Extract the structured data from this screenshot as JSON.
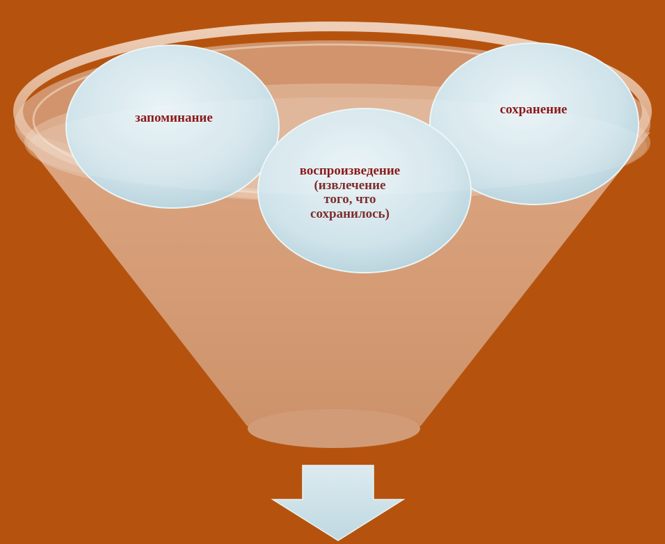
{
  "colors": {
    "background": "#b5530e",
    "funnel_fill": "#d7a27d",
    "circle_fill": "#cfe3ea",
    "label_text": "#8b1a1a",
    "arrow_fill": "#cfe3ea"
  },
  "diagram": {
    "type": "funnel",
    "circles": [
      {
        "id": "memorize",
        "lines": [
          "запоминание"
        ]
      },
      {
        "id": "preserve",
        "lines": [
          "сохранение"
        ]
      },
      {
        "id": "reproduce",
        "lines": [
          "воспроизведение",
          "(извлечение",
          "того, что",
          "сохранилось)"
        ]
      }
    ],
    "output_arrow": "down-arrow-icon"
  }
}
